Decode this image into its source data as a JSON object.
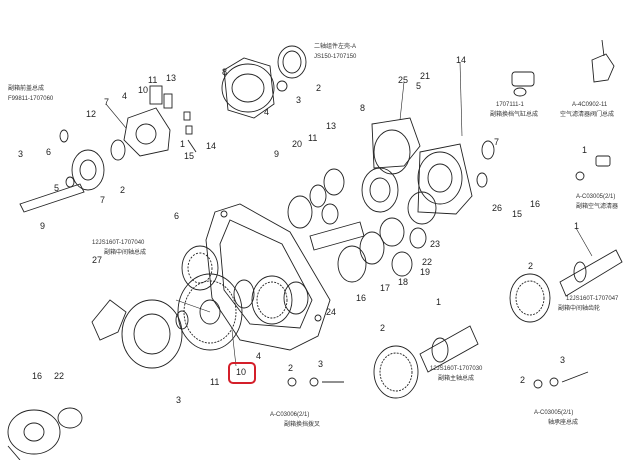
{
  "highlight": {
    "label": "10",
    "color": "#d41f2a"
  },
  "callouts": [
    "1",
    "2",
    "3",
    "4",
    "5",
    "6",
    "7",
    "8",
    "9",
    "10",
    "11",
    "12",
    "13",
    "14",
    "15",
    "16",
    "17",
    "18",
    "19",
    "20",
    "21",
    "22",
    "23",
    "24",
    "25",
    "26",
    "27"
  ],
  "captions": [
    {
      "line1": "二轴组件左壳-A",
      "line2": "JS150-1707150"
    },
    {
      "line1": "副箱前盖总成",
      "line2": "F99811-1707060"
    },
    {
      "line1": "1707111-1",
      "line2": "副箱换档气缸总成"
    },
    {
      "line1": "A-4C0902-11",
      "line2": "空气滤清器阀门总成"
    },
    {
      "line1": "A-C03005(2/1)",
      "line2": "副箱空气滤清器"
    },
    {
      "line1": "12JS160T-1707040",
      "line2": "副箱中间轴总成"
    },
    {
      "line1": "12JS160T-1707047",
      "line2": "副箱中间轴齿轮"
    },
    {
      "line1": "12JS160T-1707030",
      "line2": "副箱主轴总成"
    },
    {
      "line1": "A-C03006(2/1)",
      "line2": "副箱换挡拨叉"
    },
    {
      "line1": "A-C03005(2/1)",
      "line2": "轴承座总成"
    }
  ]
}
